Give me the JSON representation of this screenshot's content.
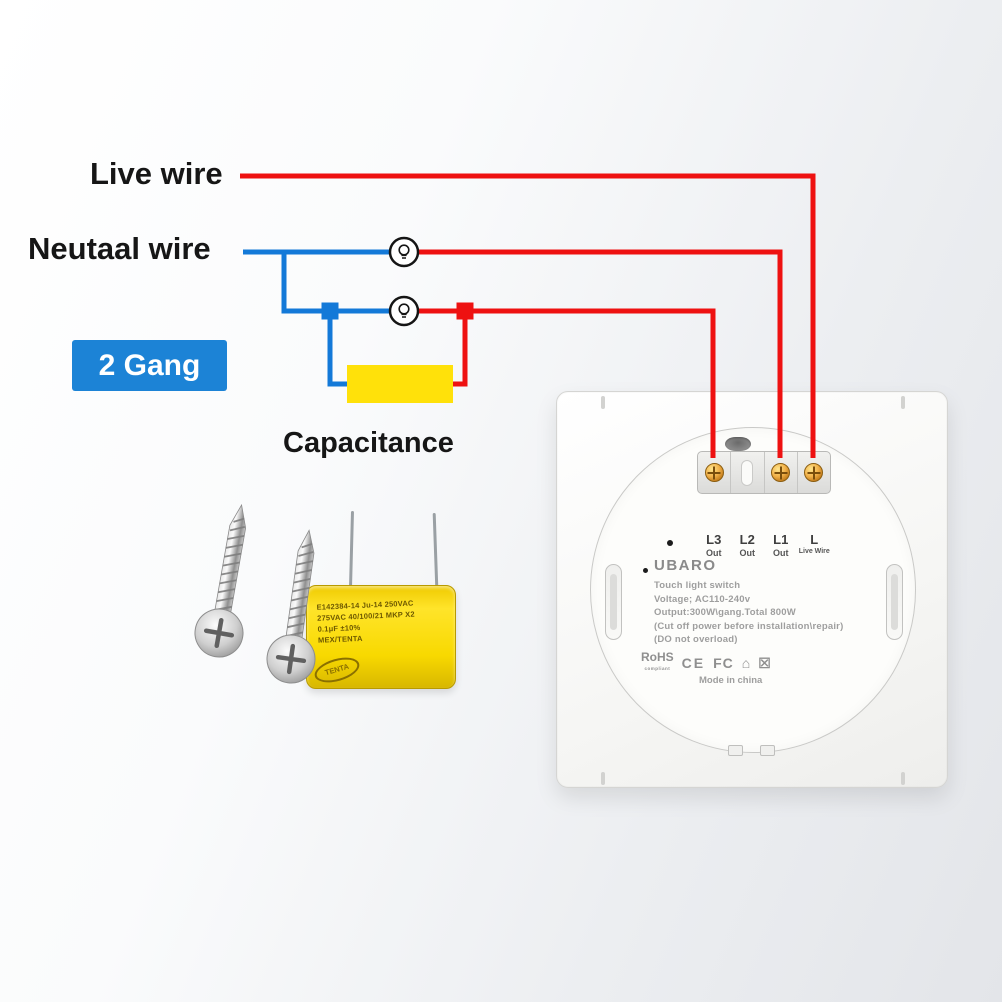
{
  "labels": {
    "live_wire": "Live wire",
    "neutral_wire": "Neutaal wire",
    "gang_badge": "2 Gang",
    "capacitance": "Capacitance"
  },
  "colors": {
    "live_wire": "#ee1111",
    "neutral_wire": "#1379d8",
    "badge_background": "#1c83d6",
    "capacitor_yellow": "#ffe10a"
  },
  "switch_panel": {
    "brand": "UBARO",
    "terminals": [
      {
        "name": "L3",
        "sub": "Out"
      },
      {
        "name": "L2",
        "sub": "Out"
      },
      {
        "name": "L1",
        "sub": "Out"
      },
      {
        "name": "L",
        "sub": "Live Wire"
      }
    ],
    "spec_lines": [
      "Touch light switch",
      "Voltage; AC110-240v",
      "Output:300W\\gang.Total 800W",
      "(Cut off power before installation\\repair)",
      "(DO not overload)"
    ],
    "certifications": {
      "rohs": "RoHS",
      "rohs_sub": "compliant",
      "ce": "CE",
      "fcc": "FC",
      "house_icon": "⌂",
      "weee_icon": "☒",
      "made_in": "Mode in china"
    }
  },
  "capacitor_component": {
    "print_lines": [
      "E142384-14  Ju-14  250VAC",
      "275VAC  40/100/21  MKP  X2",
      "0.1μF ±10%",
      "MEX/TENTA"
    ],
    "stamp": "TENTA"
  }
}
